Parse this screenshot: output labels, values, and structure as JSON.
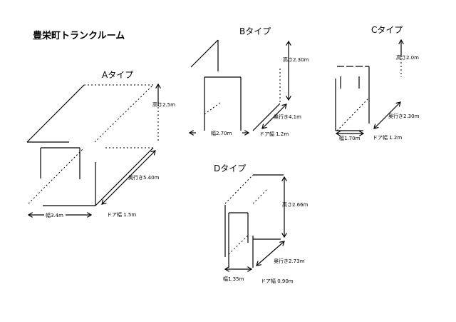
{
  "title": "豊栄町トランクルーム",
  "types": [
    {
      "name": "Aタイプ",
      "height": "高さ2.5m",
      "depth": "奥行き5.40m",
      "width": "幅3.4m",
      "door": "ドア幅 1.5m"
    },
    {
      "name": "Bタイプ",
      "height": "高さ2.30m",
      "depth": "奥行き4.1m",
      "width": "幅2.70m",
      "door": "ドア幅 1.2m"
    },
    {
      "name": "Cタイプ",
      "height": "高さ2.0m",
      "depth": "奥行き2.30m",
      "width": "幅1.70m",
      "door": "ドア幅 1.2m"
    },
    {
      "name": "Dタイプ",
      "height": "高さ2.66m",
      "depth": "奥行き2.73m",
      "width": "幅1.35m",
      "door": "ドア幅 0.90m"
    }
  ]
}
